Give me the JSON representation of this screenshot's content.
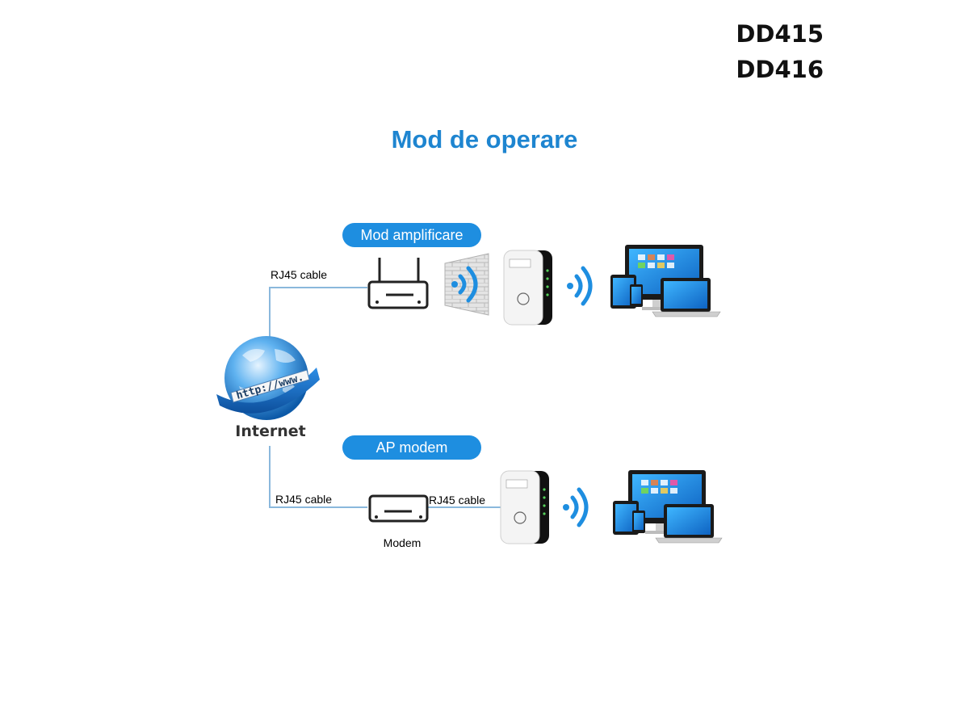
{
  "models": [
    "DD415",
    "DD416"
  ],
  "title": "Mod de operare",
  "modes": {
    "amplification": "Mod amplificare",
    "ap": "AP modem"
  },
  "labels": {
    "cable_top": "RJ45 cable",
    "cable_bottom_left": "RJ45 cable",
    "cable_bottom_right": "RJ45 cable",
    "internet": "Internet",
    "modem": "Modem",
    "globe_text": "http://www."
  },
  "colors": {
    "accent": "#1e8ee0",
    "title": "#1e85d0",
    "line": "#8ab8dc"
  }
}
